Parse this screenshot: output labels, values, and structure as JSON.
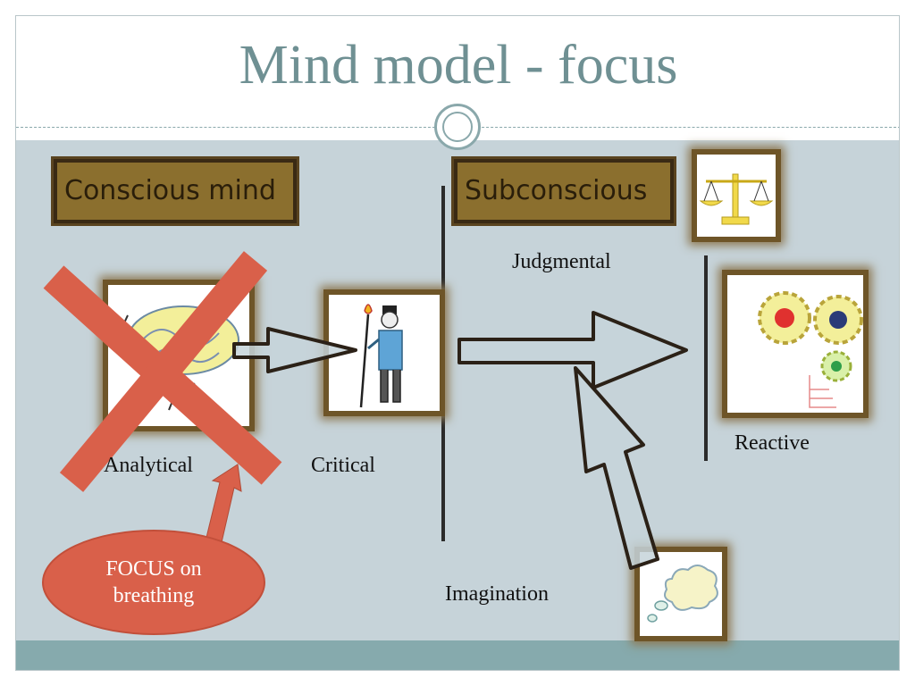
{
  "slide": {
    "title": "Mind model - focus"
  },
  "tags": {
    "conscious": "Conscious mind",
    "subconscious": "Subconscious"
  },
  "labels": {
    "analytical": "Analytical",
    "critical": "Critical",
    "judgmental": "Judgmental",
    "reactive": "Reactive",
    "imagination": "Imagination"
  },
  "callout": {
    "line1": "FOCUS on",
    "line2": "breathing"
  },
  "colors": {
    "title": "#6f9093",
    "content_bg": "#c6d3d9",
    "footer_bg": "#86aaad",
    "tag_fill": "#8b6f2e",
    "cross_and_callout": "#d9604a"
  },
  "icons": {
    "analytical": "brain-sketch-icon",
    "critical": "person-with-torch-icon",
    "judgmental": "scales-icon",
    "reactive": "gears-icon",
    "imagination": "thought-cloud-icon"
  }
}
